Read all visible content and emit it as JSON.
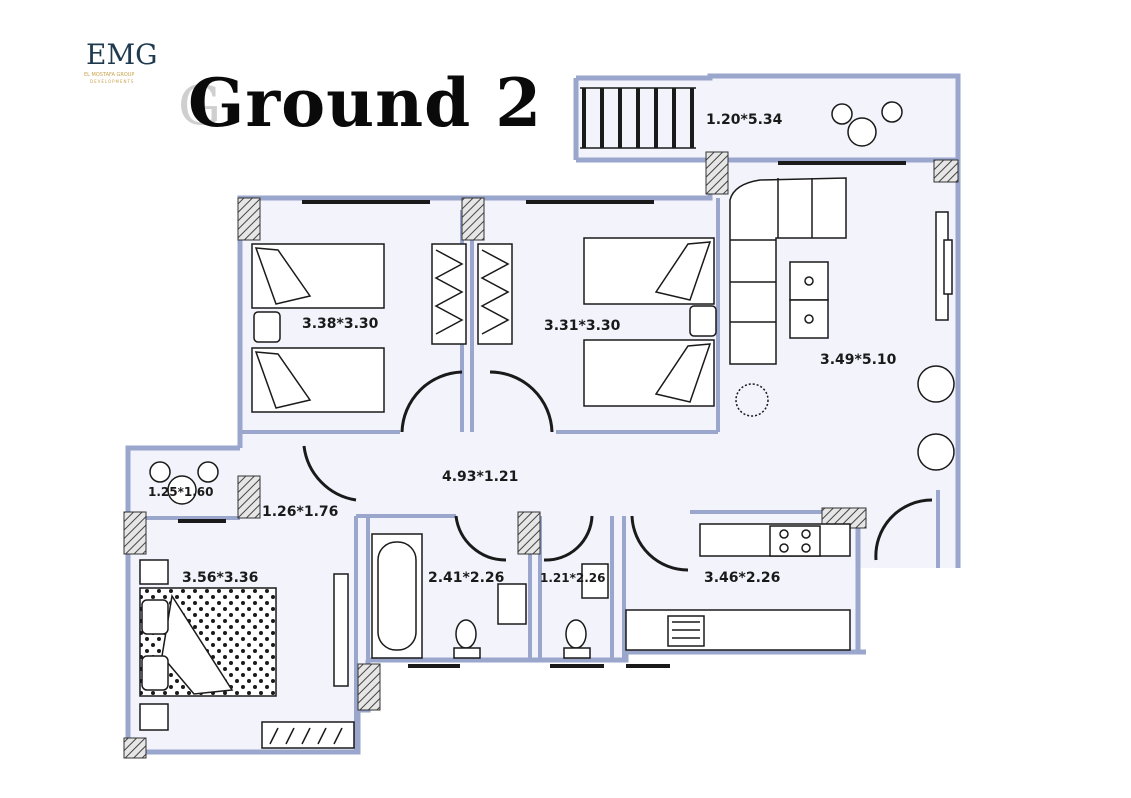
{
  "logo": {
    "mark": "EMG",
    "company": "EL MOSTAFA GROUP",
    "tagline": "DEVELOPMENTS"
  },
  "title": {
    "shadow": "G",
    "text": "Ground 2"
  },
  "rooms": {
    "terrace_top": "1.20*5.34",
    "bedroom_1": "3.38*3.30",
    "bedroom_2": "3.31*3.30",
    "reception": "3.49*5.10",
    "corridor": "4.93*1.21",
    "balcony_left": "1.25*1.60",
    "hall": "1.26*1.76",
    "master_bedroom": "3.56*3.36",
    "bathroom": "2.41*2.26",
    "guest_wc": "1.21*2.26",
    "kitchen": "3.46*2.26"
  },
  "colors": {
    "wall": "#9aa6cc",
    "floor": "#f2f3fb",
    "line": "#1a1a1a",
    "hatch": "#555555"
  }
}
